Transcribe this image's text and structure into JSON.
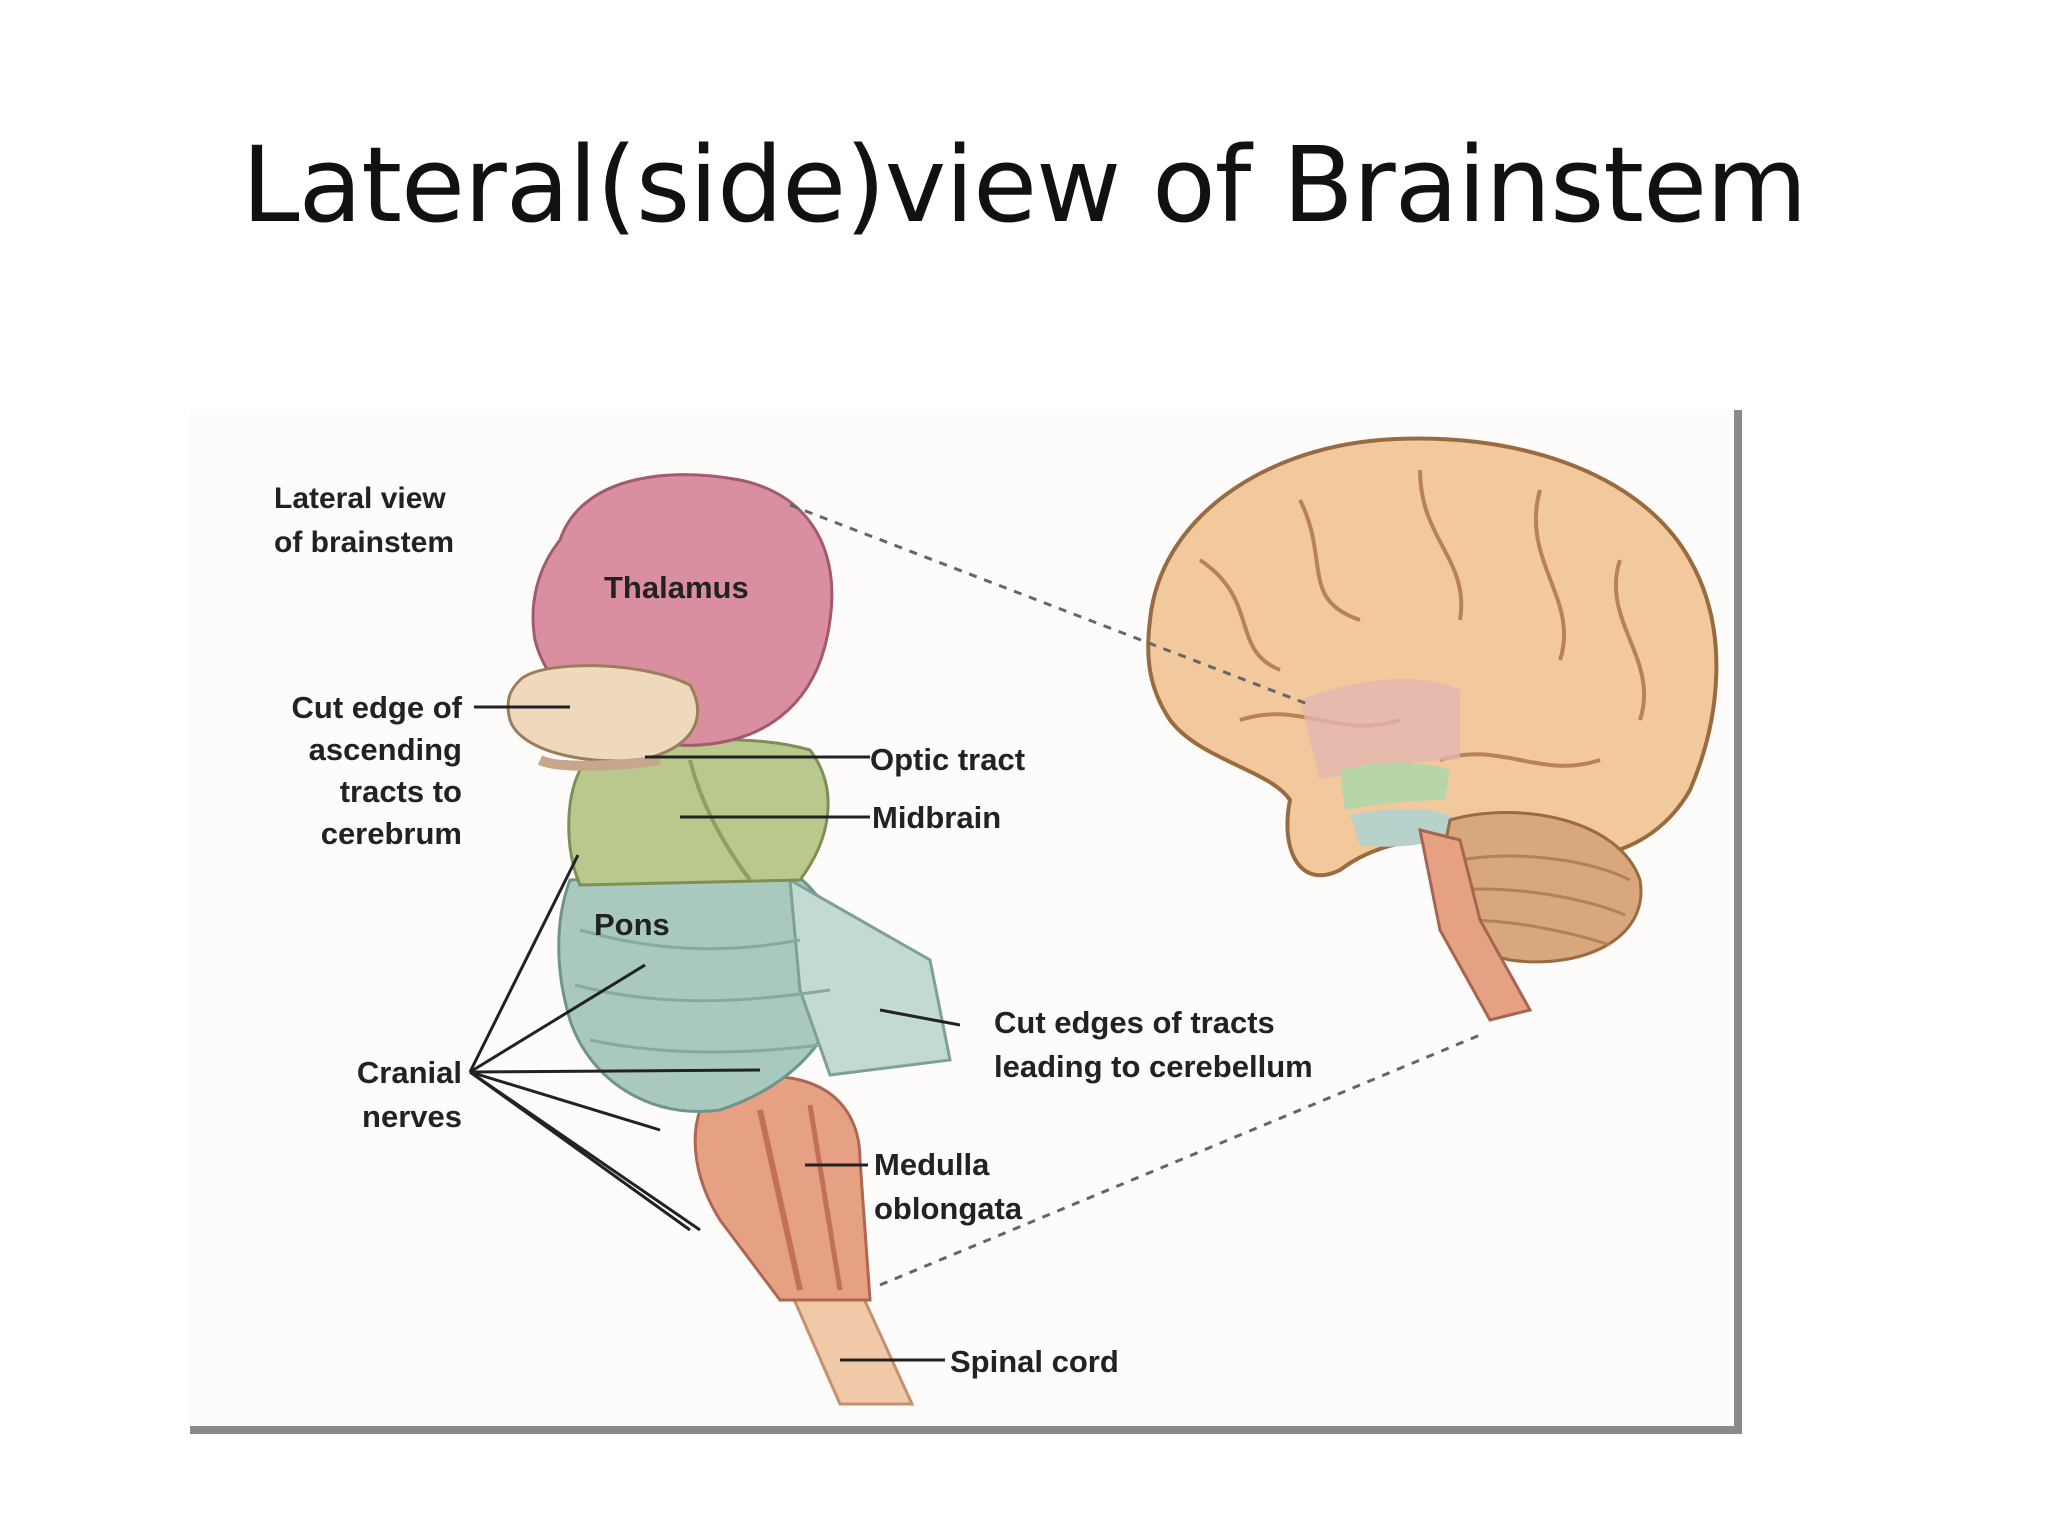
{
  "slide": {
    "title": "Lateral(side)view of Brainstem"
  },
  "figure": {
    "heading_line1": "Lateral view",
    "heading_line2": "of brainstem",
    "labels": {
      "thalamus": "Thalamus",
      "cut_edge_line1": "Cut edge of",
      "cut_edge_line2": "ascending",
      "cut_edge_line3": "tracts to",
      "cut_edge_line4": "cerebrum",
      "optic_tract": "Optic tract",
      "midbrain": "Midbrain",
      "pons": "Pons",
      "cut_edges_line1": "Cut edges of tracts",
      "cut_edges_line2": "leading to cerebellum",
      "cranial_line1": "Cranial",
      "cranial_line2": "nerves",
      "medulla_line1": "Medulla",
      "medulla_line2": "oblongata",
      "spinal_cord": "Spinal cord"
    },
    "colors": {
      "thalamus": "#d98fa0",
      "midbrain": "#b9c98e",
      "pons": "#a9c9bf",
      "medulla": "#e6a084",
      "cerebrum": "#f1c99c",
      "cerebellum": "#d9a77c"
    }
  }
}
